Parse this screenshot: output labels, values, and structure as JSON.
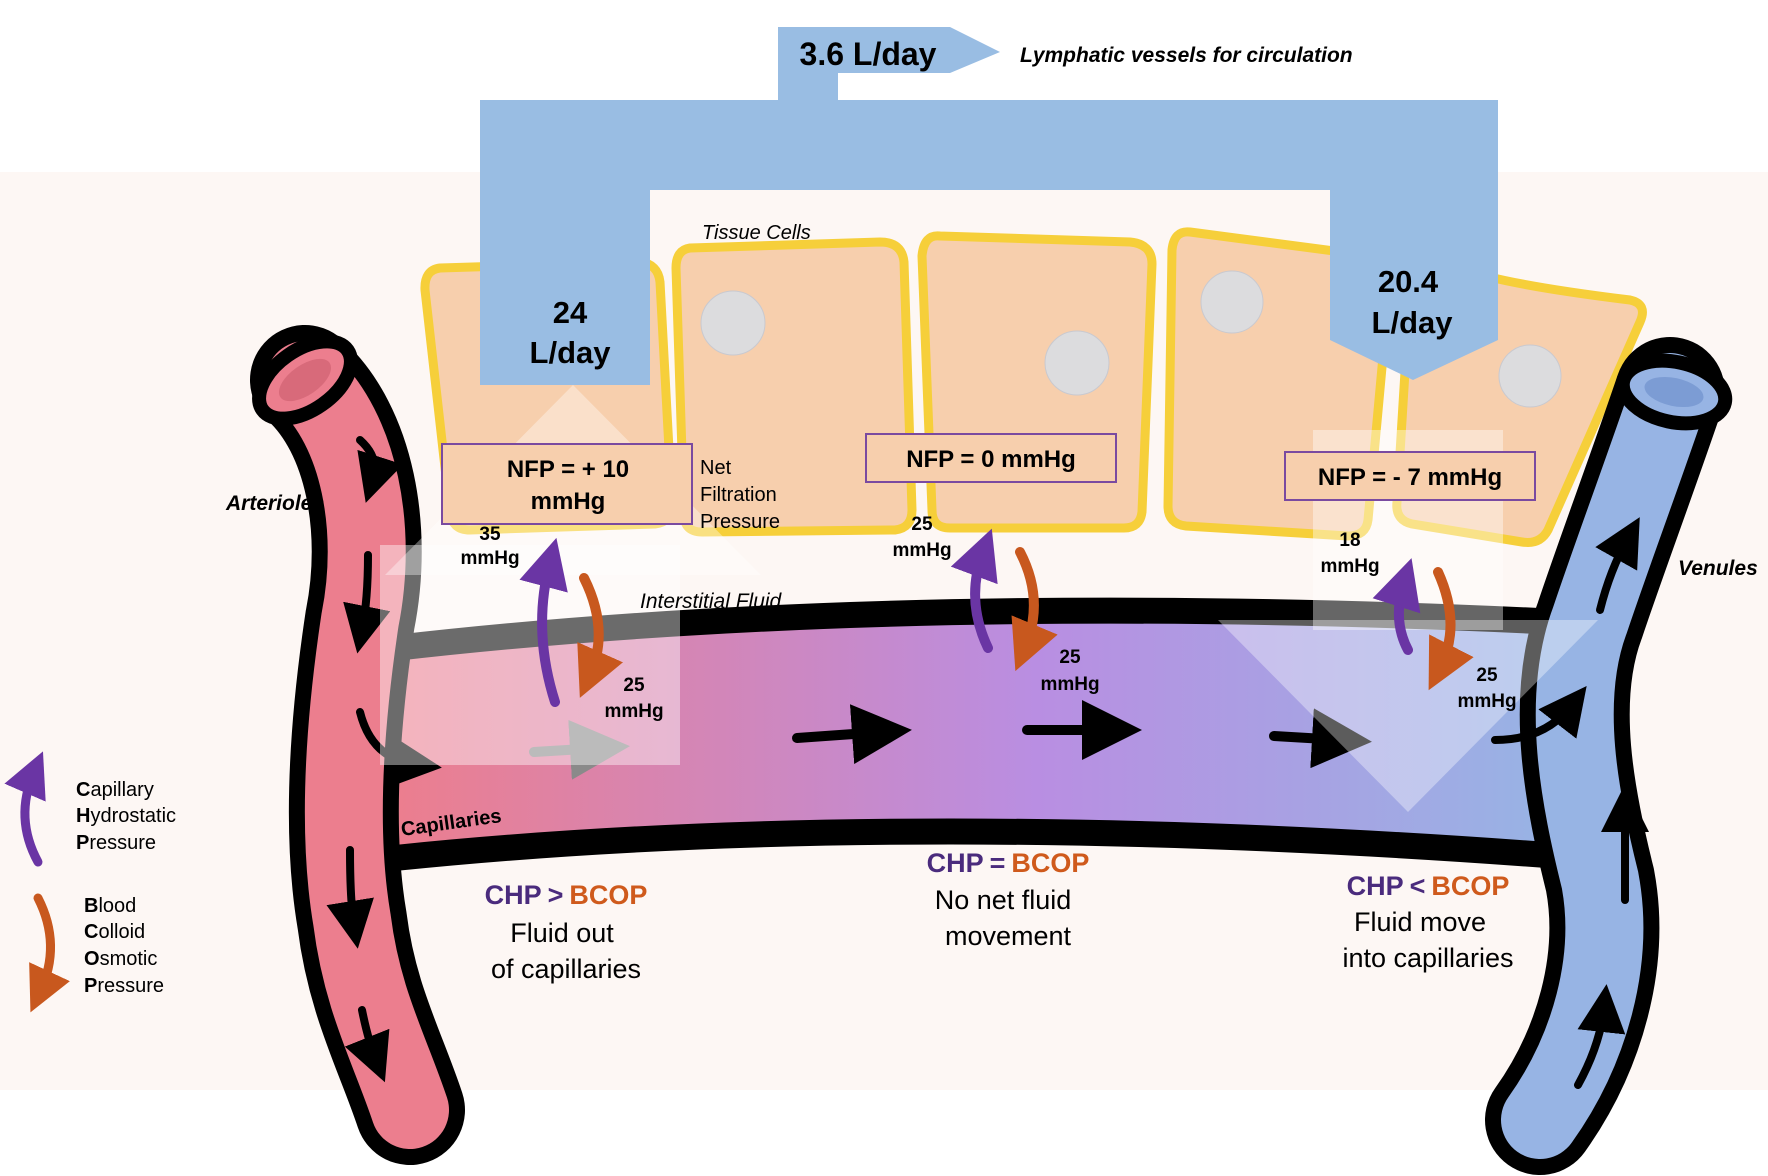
{
  "lymph": {
    "return_value": "3.6 L/day",
    "return_label": "Lymphatic vessels for circulation",
    "filtered": [
      "24",
      "L/day"
    ],
    "reabsorbed": [
      "20.4",
      "L/day"
    ]
  },
  "labels": {
    "tissue_cells": "Tissue Cells",
    "interstitial_fluid": "Interstitial Fluid",
    "arterioles": "Arterioles",
    "venules": "Venules",
    "capillaries": "Capillaries"
  },
  "nfp_definition": [
    "Net",
    "Filtration",
    "Pressure"
  ],
  "zones": {
    "arterial": {
      "nfp": [
        "NFP = + 10",
        "mmHg"
      ],
      "chp": [
        "35",
        "mmHg"
      ],
      "bcop": [
        "25",
        "mmHg"
      ],
      "relation_chp": "CHP",
      "relation_op": ">",
      "relation_bcop": "BCOP",
      "description": [
        "Fluid out",
        "of capillaries"
      ]
    },
    "middle": {
      "nfp": "NFP = 0 mmHg",
      "chp": [
        "25",
        "mmHg"
      ],
      "bcop": [
        "25",
        "mmHg"
      ],
      "relation_chp": "CHP",
      "relation_op": "=",
      "relation_bcop": "BCOP",
      "description": [
        "No net fluid",
        "movement"
      ]
    },
    "venous": {
      "nfp": "NFP = - 7 mmHg",
      "chp": [
        "18",
        "mmHg"
      ],
      "bcop": [
        "25",
        "mmHg"
      ],
      "relation_chp": "CHP",
      "relation_op": "<",
      "relation_bcop": "BCOP",
      "description": [
        "Fluid move",
        "into capillaries"
      ]
    }
  },
  "legend": {
    "chp": [
      {
        "initial": "C",
        "rest": "apillary"
      },
      {
        "initial": "H",
        "rest": "ydrostatic"
      },
      {
        "initial": "P",
        "rest": "ressure"
      }
    ],
    "bcop": [
      {
        "initial": "B",
        "rest": "lood"
      },
      {
        "initial": "C",
        "rest": "olloid"
      },
      {
        "initial": "O",
        "rest": "smotic"
      },
      {
        "initial": "P",
        "rest": "ressure"
      }
    ]
  },
  "colors": {
    "lymph_blue": "#99bde3",
    "cell_fill": "#f7cfad",
    "cell_border": "#f6cf3a",
    "artery": "#ec7e8e",
    "vein": "#97b4e4",
    "chp_purple": "#6a35a4",
    "bcop_orange": "#c8581e",
    "chp_text": "#4a2b7d",
    "bcop_text": "#cf5a1c"
  }
}
